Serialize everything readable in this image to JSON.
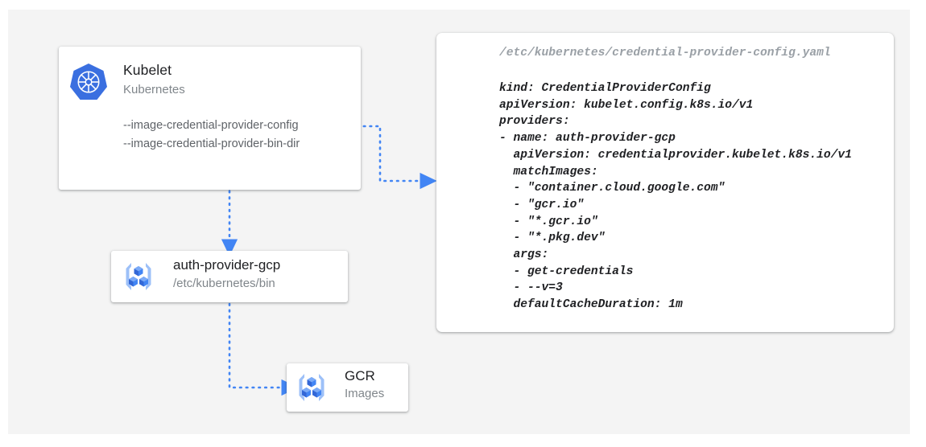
{
  "canvas": {
    "background": "#ffffff",
    "panel_color": "#f4f4f4",
    "accent_color": "#4285f4",
    "text_primary": "#202124",
    "text_secondary": "#80868b"
  },
  "kubelet_card": {
    "icon": "kubernetes-icon",
    "title": "Kubelet",
    "subtitle": "Kubernetes",
    "flags": [
      "--image-credential-provider-config",
      "--image-credential-provider-bin-dir"
    ]
  },
  "auth_provider_card": {
    "icon": "gcp-container-registry-icon",
    "title": "auth-provider-gcp",
    "subtitle": "/etc/kubernetes/bin"
  },
  "gcr_card": {
    "icon": "gcp-container-registry-icon",
    "title": "GCR",
    "subtitle": "Images"
  },
  "yaml_panel": {
    "path": "/etc/kubernetes/credential-provider-config.yaml",
    "lines": [
      "kind: CredentialProviderConfig",
      "apiVersion: kubelet.config.k8s.io/v1",
      "providers:",
      "- name: auth-provider-gcp",
      "  apiVersion: credentialprovider.kubelet.k8s.io/v1",
      "  matchImages:",
      "  - \"container.cloud.google.com\"",
      "  - \"gcr.io\"",
      "  - \"*.gcr.io\"",
      "  - \"*.pkg.dev\"",
      "  args:",
      "  - get-credentials",
      "  - --v=3",
      "  defaultCacheDuration: 1m"
    ]
  },
  "connectors": [
    {
      "name": "kubelet-config-to-yaml",
      "from": "kubelet-card",
      "to": "yaml-panel"
    },
    {
      "name": "kubelet-to-auth-provider",
      "from": "kubelet-card",
      "to": "auth-provider-card"
    },
    {
      "name": "auth-provider-to-gcr",
      "from": "auth-provider-card",
      "to": "gcr-card"
    }
  ]
}
